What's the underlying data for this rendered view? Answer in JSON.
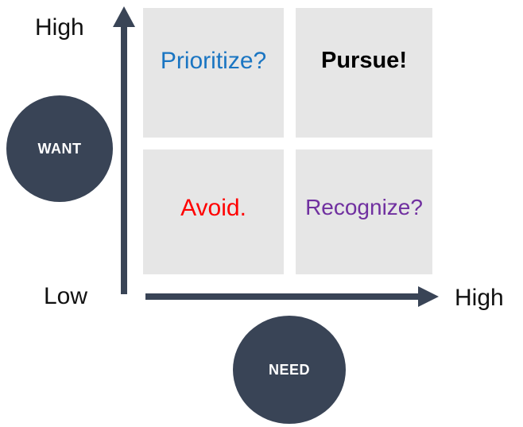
{
  "diagram": {
    "type": "2x2-matrix",
    "axes": {
      "y": {
        "name": "WANT",
        "bubble_label": "WANT",
        "high_label": "High",
        "low_label": "Low",
        "direction": "up"
      },
      "x": {
        "name": "NEED",
        "bubble_label": "NEED",
        "high_label": "High",
        "direction": "right"
      }
    },
    "quadrants": [
      {
        "id": "prioritize",
        "label": "Prioritize?",
        "want": "high",
        "need": "low",
        "color": "#1A75C2",
        "bold": false
      },
      {
        "id": "pursue",
        "label": "Pursue!",
        "want": "high",
        "need": "high",
        "color": "#000000",
        "bold": true
      },
      {
        "id": "avoid",
        "label": "Avoid.",
        "want": "low",
        "need": "low",
        "color": "#FF0000",
        "bold": false
      },
      {
        "id": "recognize",
        "label": "Recognize?",
        "want": "low",
        "need": "high",
        "color": "#7030A0",
        "bold": false
      }
    ],
    "colors": {
      "quadrant_fill": "#E6E6E6",
      "axis_line": "#394456",
      "bubble_fill": "#394456",
      "bubble_text": "#FFFFFF",
      "axis_label_text": "#111111",
      "background": "#FFFFFF"
    }
  }
}
